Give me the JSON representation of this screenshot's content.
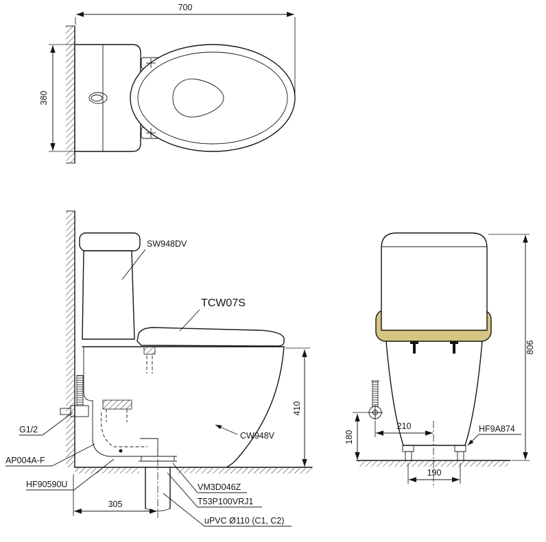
{
  "plan": {
    "dim_width": "700",
    "dim_depth": "380"
  },
  "side": {
    "labels": {
      "tank": "SW948DV",
      "seat_unit": "TCW07S",
      "bowl": "CW948V",
      "supply_thread": "G1/2",
      "hose": "AP004A-F",
      "gasket": "HF90590U",
      "outlet_socket": "VM3D046Z",
      "joint": "T53P100VRJ1",
      "drain_pipe": "uPVC Ø110 (C1, C2)"
    },
    "dims": {
      "rim_height": "410",
      "outlet_offset": "305"
    }
  },
  "rear": {
    "labels": {
      "foot_cap": "HF9A874"
    },
    "dims": {
      "total_height": "806",
      "supply_height": "180",
      "supply_offset": "210",
      "bolt_spacing": "190"
    }
  },
  "colors": {
    "line": "#141414",
    "seat_fill": "#d6c582",
    "background": "#ffffff"
  }
}
